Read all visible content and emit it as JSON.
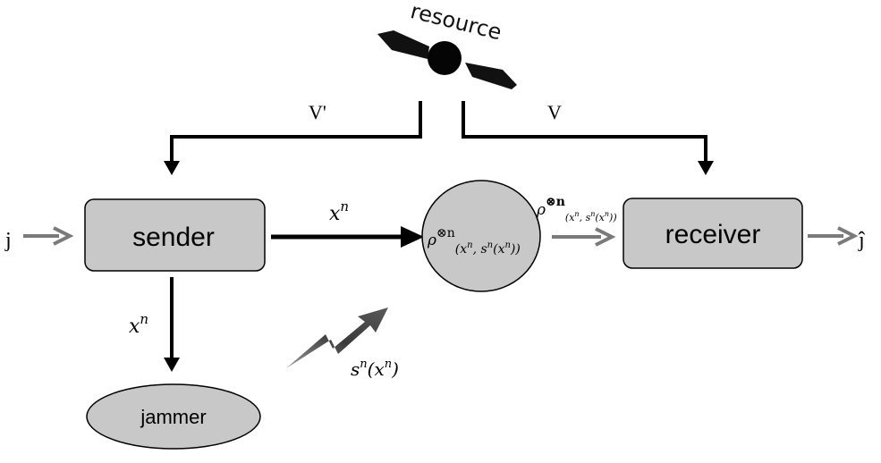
{
  "resource": {
    "label": "resource"
  },
  "channels": {
    "v_prime": "V'",
    "v": "V"
  },
  "nodes": {
    "sender": "sender",
    "receiver": "receiver",
    "jammer": "jammer"
  },
  "io": {
    "input": "j",
    "output": "ĵ"
  },
  "signals": {
    "x_base": "x",
    "x_sup": "n",
    "jam_base": "s",
    "jam_sup": "n",
    "jam_arg": "(x",
    "jam_arg_sup": "n",
    "jam_close": ")"
  },
  "state": {
    "rho": "ρ",
    "tensor": "⊗n",
    "subscript": "(x",
    "sub_sup1": "n",
    "sub_mid": ", s",
    "sub_sup2": "n",
    "sub_arg": "(x",
    "sub_sup3": "n",
    "sub_close": "))"
  },
  "colors": {
    "box_fill": "#c8c8c8",
    "stroke": "#000000",
    "gray_arrow": "#7a7a7a"
  }
}
